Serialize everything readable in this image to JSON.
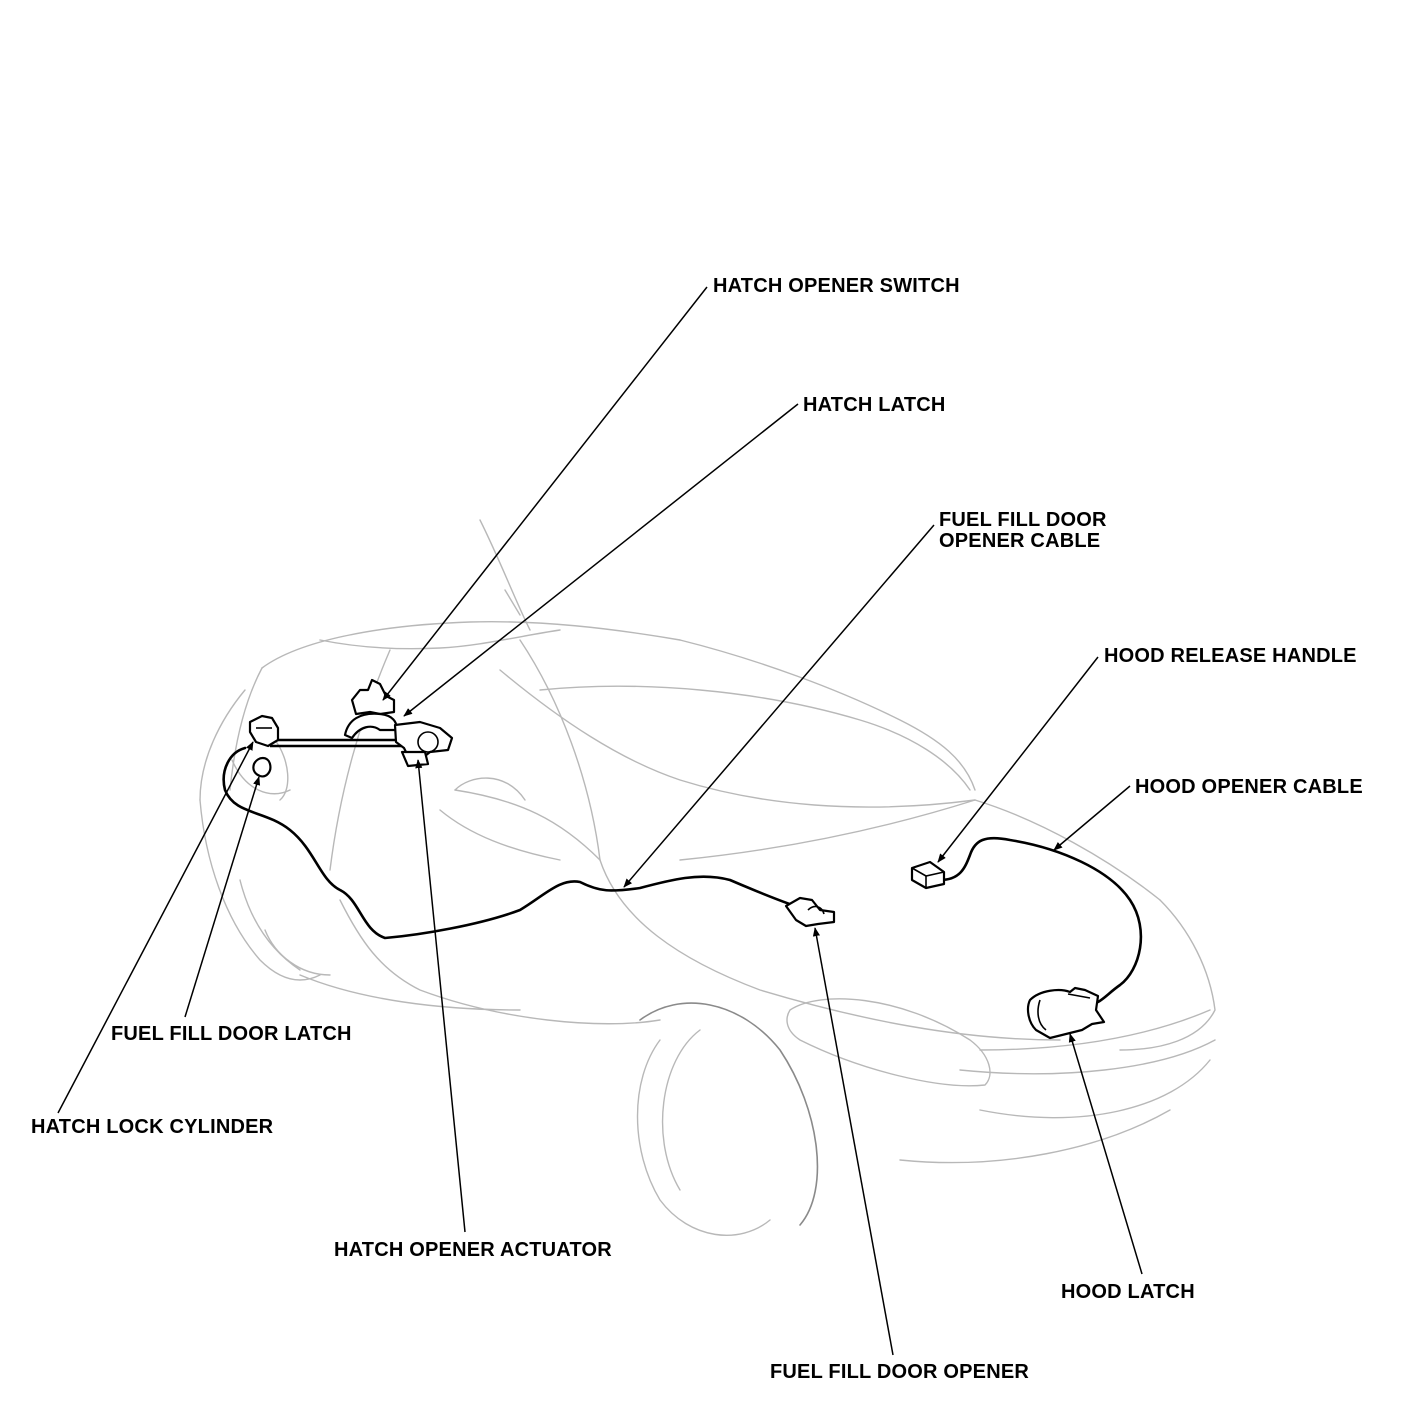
{
  "labels": {
    "hatch_opener_switch": "HATCH OPENER SWITCH",
    "hatch_latch": "HATCH LATCH",
    "fuel_fill_door_opener_cable_line1": "FUEL FILL DOOR",
    "fuel_fill_door_opener_cable_line2": "OPENER CABLE",
    "hood_release_handle": "HOOD RELEASE HANDLE",
    "hood_opener_cable": "HOOD OPENER CABLE",
    "fuel_fill_door_latch": "FUEL FILL DOOR LATCH",
    "hatch_lock_cylinder": "HATCH LOCK CYLINDER",
    "hatch_opener_actuator": "HATCH OPENER ACTUATOR",
    "fuel_fill_door_opener": "FUEL FILL DOOR OPENER",
    "hood_latch": "HOOD LATCH"
  },
  "colors": {
    "line": "#000000",
    "car_outline": "#b8b8b8",
    "background": "#ffffff"
  }
}
